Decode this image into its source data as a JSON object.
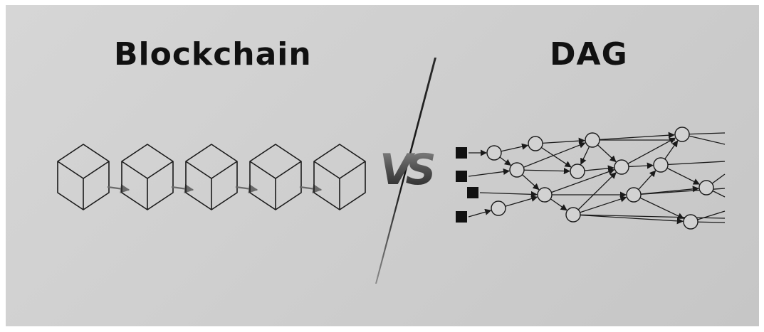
{
  "left_title": "Blockchain",
  "right_title": "DAG",
  "vs_label": "VS",
  "blockchain": {
    "block_count": 5,
    "icon": "cube-icon",
    "link_icon": "arrow-icon"
  },
  "dag": {
    "input_count": 4,
    "node_icon": "circle-node-icon",
    "input_icon": "square-node-icon"
  },
  "colors": {
    "background": "#cfcfcf",
    "ink": "#111111"
  }
}
